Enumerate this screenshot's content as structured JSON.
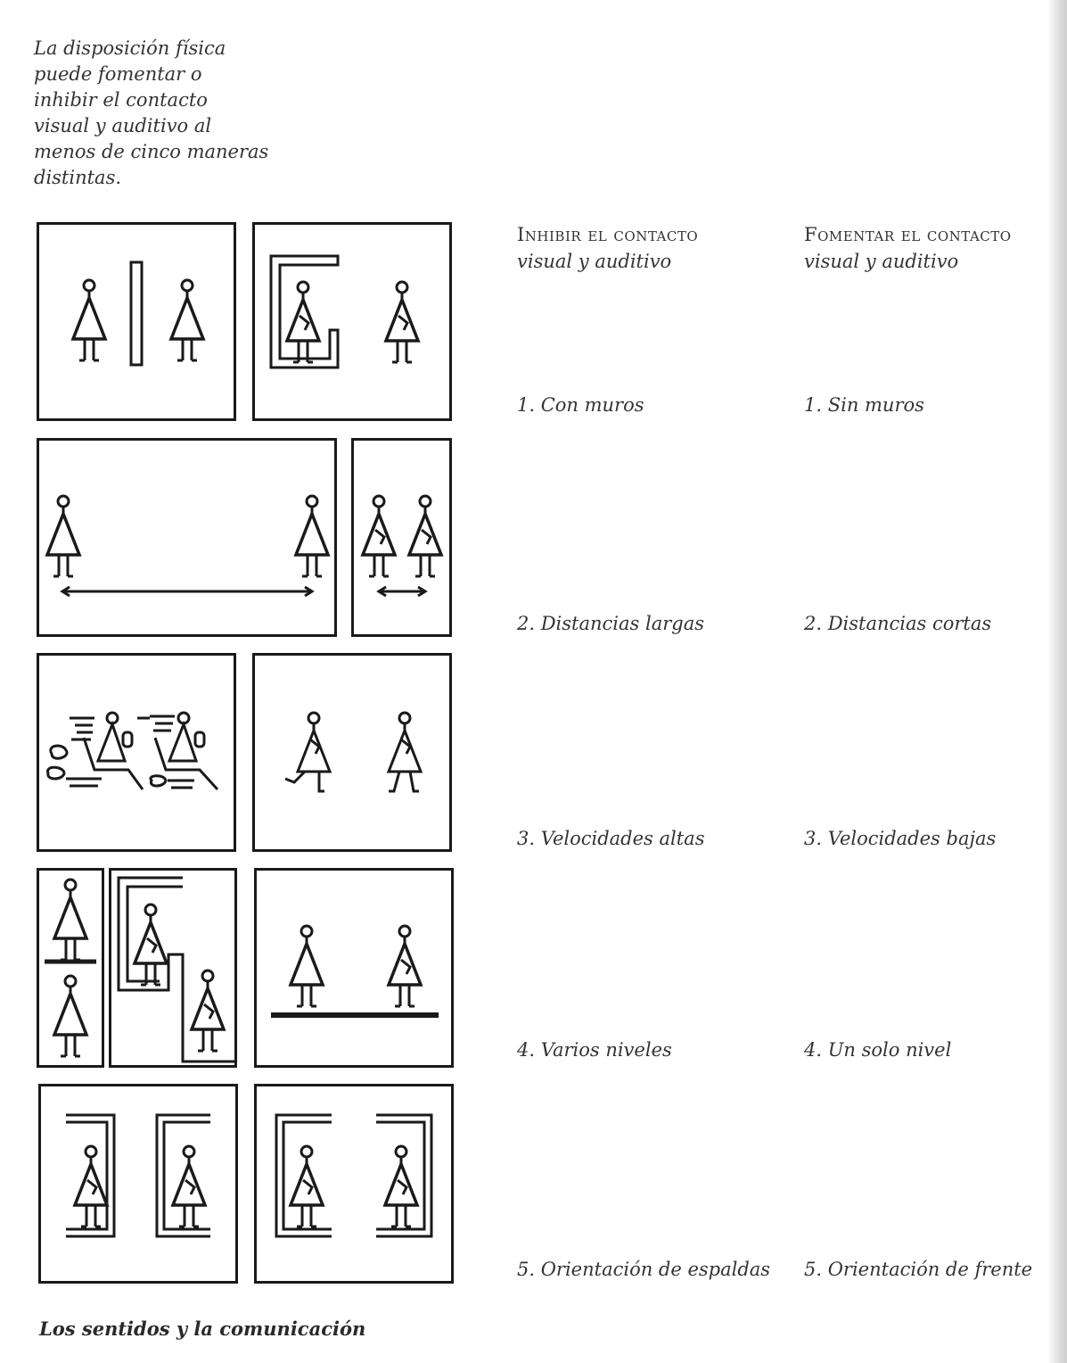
{
  "intro_lines": [
    "La disposición física",
    "puede fomentar o",
    "inhibir el contacto",
    "visual y auditivo al",
    "menos de cinco maneras",
    "distintas."
  ],
  "columns": {
    "inhibit": {
      "heading": "Inhibir el contacto",
      "sub": "visual y auditivo"
    },
    "foster": {
      "heading": "Fomentar el contacto",
      "sub": "visual y auditivo"
    }
  },
  "rows": [
    {
      "inhibit": "1. Con muros",
      "foster": "1. Sin muros"
    },
    {
      "inhibit": "2. Distancias largas",
      "foster": "2. Distancias cortas"
    },
    {
      "inhibit": "3. Velocidades altas",
      "foster": "3. Velocidades bajas"
    },
    {
      "inhibit": "4. Varios niveles",
      "foster": "4. Un solo nivel"
    },
    {
      "inhibit": "5. Orientación de espaldas",
      "foster": "5. Orientación de frente"
    }
  ],
  "footer": "Los sentidos y la comunicación"
}
